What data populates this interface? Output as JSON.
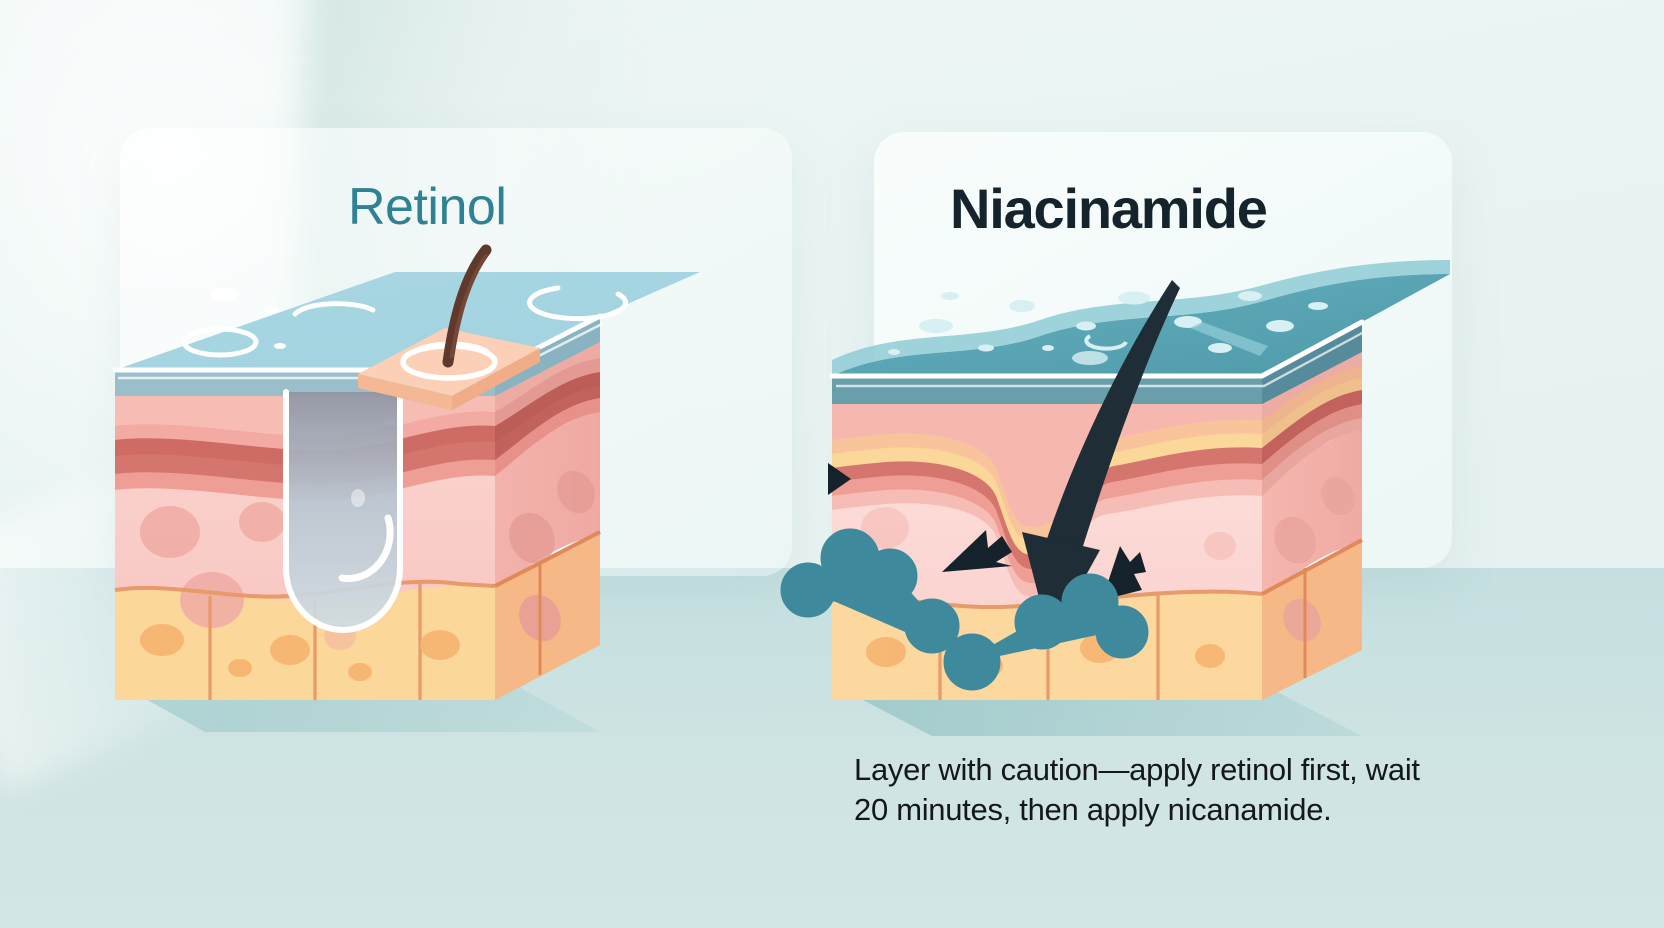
{
  "page": {
    "kind": "skincare-ingredient-comparison-infographic",
    "background_color": "#e8f2f1",
    "floor_color": "#cfe4e3"
  },
  "panels": [
    {
      "id": "retinol",
      "title": "Retinol",
      "title_color": "#2f8296",
      "title_weight": "regular",
      "diagram_name": "skin-cross-section-retinol",
      "features": [
        "hair-follicle",
        "raised-skin-patch",
        "pore-cavity",
        "surface-bubbles"
      ],
      "layers": [
        {
          "name": "surface-film",
          "color": "#a8d5e2"
        },
        {
          "name": "stratum-corneum",
          "color": "#f6b8ae"
        },
        {
          "name": "epidermis-band",
          "color": "#d4756e"
        },
        {
          "name": "dermis",
          "color": "#f9ccc8"
        },
        {
          "name": "hypodermis",
          "color": "#fbd79a"
        }
      ]
    },
    {
      "id": "niacinamide",
      "title": "Niacinamide",
      "title_color": "#15242c",
      "title_weight": "bold",
      "diagram_name": "skin-cross-section-niacinamide",
      "features": [
        "penetrating-arrow",
        "molecule-chain-left",
        "molecule-chain-right",
        "uplift-arrow-left",
        "uplift-arrow-right",
        "hydration-droplets"
      ],
      "molecule_color": "#3e8a9c",
      "arrow_color": "#1b2a33",
      "layers": [
        {
          "name": "hydrated-surface",
          "color": "#5aa9b8"
        },
        {
          "name": "stratum-corneum",
          "color": "#f6b8ae"
        },
        {
          "name": "lipid-band",
          "color": "#fbd79a"
        },
        {
          "name": "epidermis-band",
          "color": "#d4756e"
        },
        {
          "name": "dermis",
          "color": "#fbd7d2"
        },
        {
          "name": "hypodermis",
          "color": "#fbd79a"
        }
      ]
    }
  ],
  "separator": {
    "icon": "triangle-right-icon",
    "color": "#16222b"
  },
  "caption": {
    "line1": "Layer with caution—apply retinol first, wait",
    "line2": "20 minutes, then apply nicanamide.",
    "color": "#15181a"
  }
}
